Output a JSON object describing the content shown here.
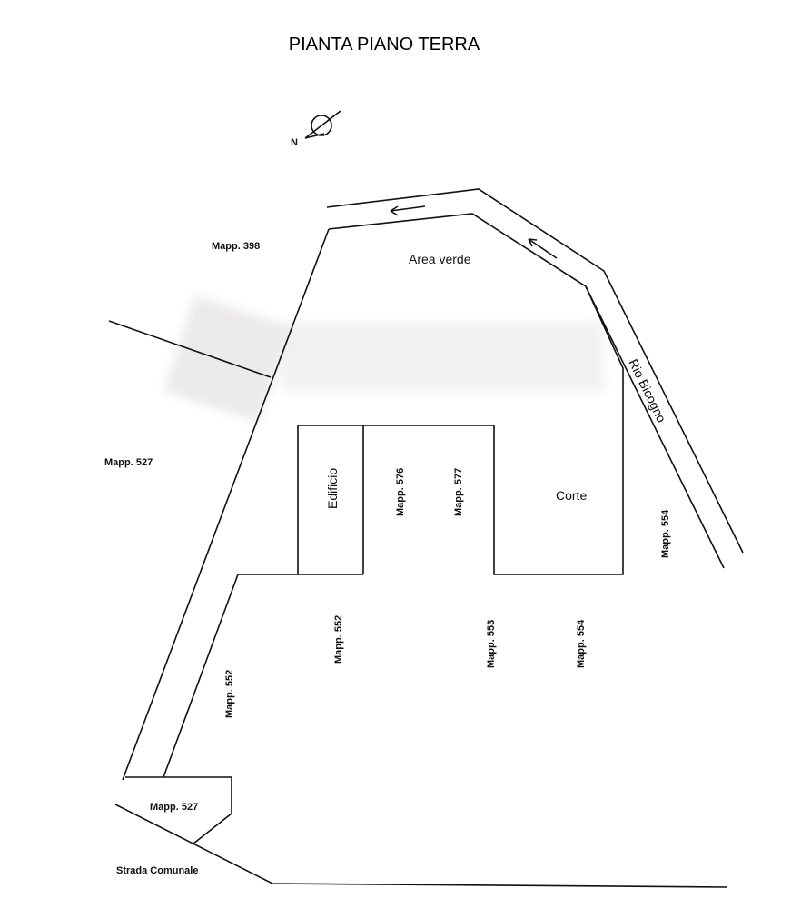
{
  "title": "PIANTA PIANO TERRA",
  "compass": {
    "label": "N"
  },
  "labels": {
    "area_verde": "Area verde",
    "rio": "Rio Bicogno",
    "edificio": "Edificio",
    "corte": "Corte",
    "mapp_398": "Mapp. 398",
    "mapp_527_left": "Mapp. 527",
    "mapp_576": "Mapp. 576",
    "mapp_577": "Mapp. 577",
    "mapp_554_right": "Mapp. 554",
    "mapp_552_mid": "Mapp. 552",
    "mapp_553": "Mapp. 553",
    "mapp_554_bottom": "Mapp. 554",
    "mapp_552_left": "Mapp. 552",
    "mapp_527_bottom": "Mapp. 527",
    "strada": "Strada Comunale"
  }
}
